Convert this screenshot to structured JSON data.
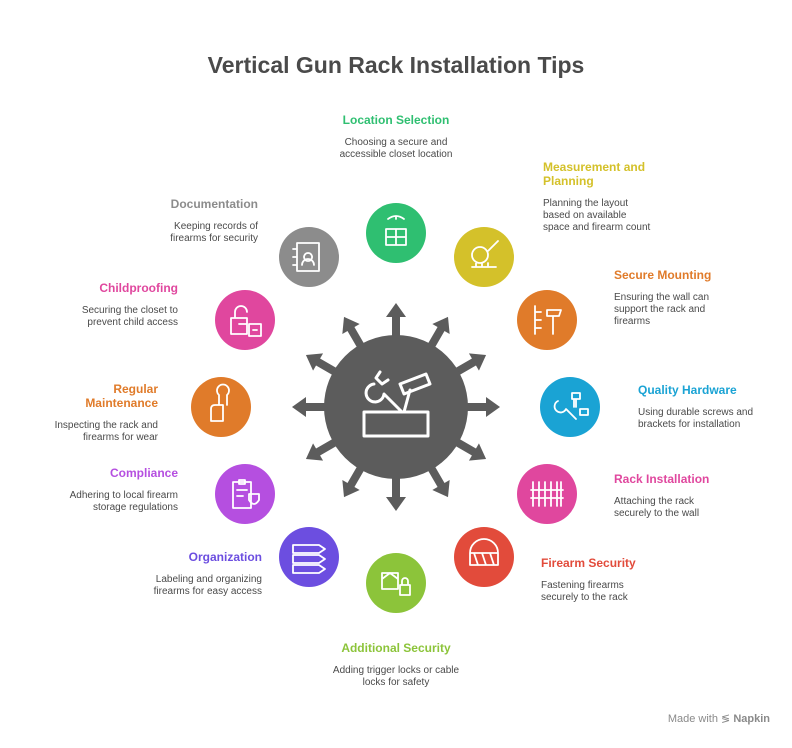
{
  "title": "Vertical Gun Rack Installation Tips",
  "footer": {
    "made_with": "Made with",
    "brand": "Napkin"
  },
  "colors": {
    "hub": "#5c5c5c",
    "arrows": "#5c5c5c"
  },
  "items": [
    {
      "id": "location",
      "title": "Location Selection",
      "desc": "Choosing a secure and accessible closet location",
      "color": "#2fbf71",
      "icon": "closet-hanger-icon"
    },
    {
      "id": "measurement",
      "title": "Measurement and Planning",
      "desc": "Planning the layout based on available space and firearm count",
      "color": "#d4c12a",
      "icon": "tape-measure-icon"
    },
    {
      "id": "mounting",
      "title": "Secure Mounting",
      "desc": "Ensuring the wall can support the rack and firearms",
      "color": "#e07b2a",
      "icon": "hammer-wall-icon"
    },
    {
      "id": "hardware",
      "title": "Quality Hardware",
      "desc": "Using durable screws and brackets for installation",
      "color": "#1aa3d4",
      "icon": "wrench-screws-icon"
    },
    {
      "id": "rack",
      "title": "Rack Installation",
      "desc": "Attaching the rack securely to the wall",
      "color": "#e0479e",
      "icon": "rack-icon"
    },
    {
      "id": "firearm_security",
      "title": "Firearm Security",
      "desc": "Fastening firearms securely to the rack",
      "color": "#e24b3b",
      "icon": "gun-rack-icon"
    },
    {
      "id": "additional",
      "title": "Additional Security",
      "desc": "Adding trigger locks or cable locks for safety",
      "color": "#8cc43a",
      "icon": "box-lock-icon"
    },
    {
      "id": "organization",
      "title": "Organization",
      "desc": "Labeling and organizing firearms for easy access",
      "color": "#6c4ee0",
      "icon": "labels-icon"
    },
    {
      "id": "compliance",
      "title": "Compliance",
      "desc": "Adhering to local firearm storage regulations",
      "color": "#b54fe0",
      "icon": "clipboard-shield-icon"
    },
    {
      "id": "maintenance",
      "title": "Regular Maintenance",
      "desc": "Inspecting the rack and firearms for wear",
      "color": "#e07b2a",
      "icon": "hand-wrench-icon"
    },
    {
      "id": "childproofing",
      "title": "Childproofing",
      "desc": "Securing the closet to prevent child access",
      "color": "#e0479e",
      "icon": "unlock-child-icon"
    },
    {
      "id": "documentation",
      "title": "Documentation",
      "desc": "Keeping records of firearms for security",
      "color": "#8c8c8c",
      "icon": "address-book-icon"
    }
  ]
}
